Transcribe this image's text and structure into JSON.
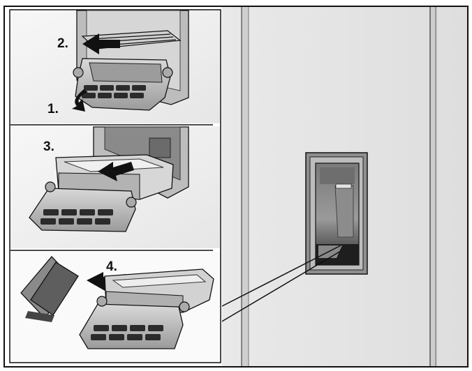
{
  "steps": [
    {
      "label": "1."
    },
    {
      "label": "2."
    },
    {
      "label": "3."
    },
    {
      "label": "4."
    }
  ],
  "colors": {
    "frame": "#111111",
    "panel_background": "#f4f4f4",
    "fridge_door": "#e3e3e3",
    "part_light": "#c8c8c8",
    "part_mid": "#9a9a9a",
    "part_dark": "#555555",
    "arrow": "#111111"
  }
}
